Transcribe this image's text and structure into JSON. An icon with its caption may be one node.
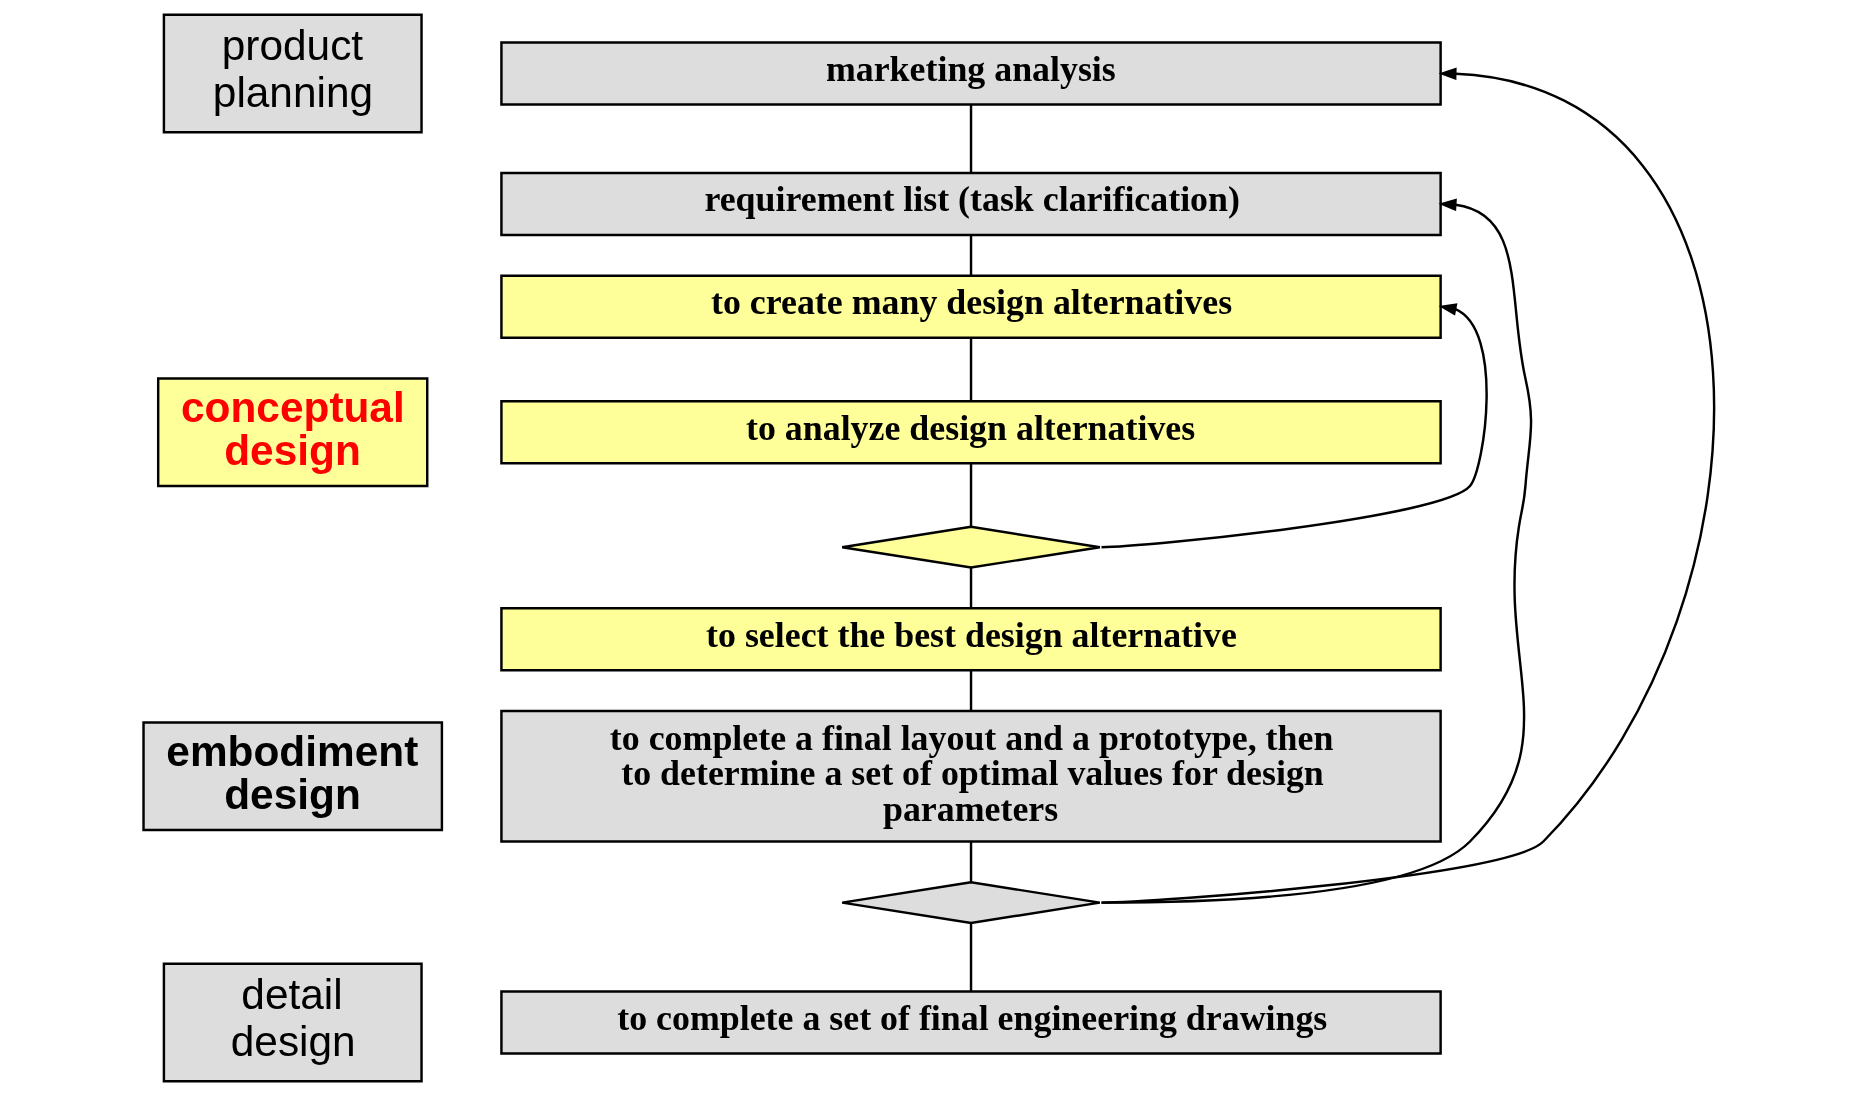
{
  "diagram": {
    "nodes": [
      {
        "text": [
          "product planning"
        ]
      },
      {
        "text": [
          "marketing analysis"
        ]
      },
      {
        "text": [
          "requirement list (task clarification)"
        ]
      },
      {
        "text": [
          "conceptual design"
        ]
      },
      {
        "text": [
          "to create many design alternatives"
        ]
      },
      {
        "text": [
          "to analyze design alternatives"
        ]
      },
      {
        "text": [],
        "shape": "diamond"
      },
      {
        "text": [
          "to select the best design alternative"
        ]
      },
      {
        "text": [
          "embodiment design"
        ]
      },
      {
        "text": [
          "to complete a final layout and a prototype, then to determine a set of optimal values for design parameters"
        ]
      },
      {
        "text": [],
        "shape": "diamond"
      },
      {
        "text": [
          "detail design"
        ]
      },
      {
        "text": [
          "to complete a set of final engineering drawings"
        ]
      }
    ],
    "edges": [
      {
        "from": 1,
        "to": 2,
        "arrow": "none"
      },
      {
        "from": 2,
        "to": 4,
        "arrow": "none"
      },
      {
        "from": 4,
        "to": 5,
        "arrow": "none"
      },
      {
        "from": 5,
        "to": 6,
        "arrow": "none"
      },
      {
        "from": 6,
        "to": 4,
        "arrow": "to"
      },
      {
        "from": 6,
        "to": 7,
        "arrow": "none"
      },
      {
        "from": 7,
        "to": 9,
        "arrow": "none"
      },
      {
        "from": 9,
        "to": 10,
        "arrow": "none"
      },
      {
        "from": 10,
        "to": 1,
        "arrow": "to"
      },
      {
        "from": 10,
        "to": 2,
        "arrow": "to"
      },
      {
        "from": 10,
        "to": 12,
        "arrow": "none"
      }
    ]
  }
}
